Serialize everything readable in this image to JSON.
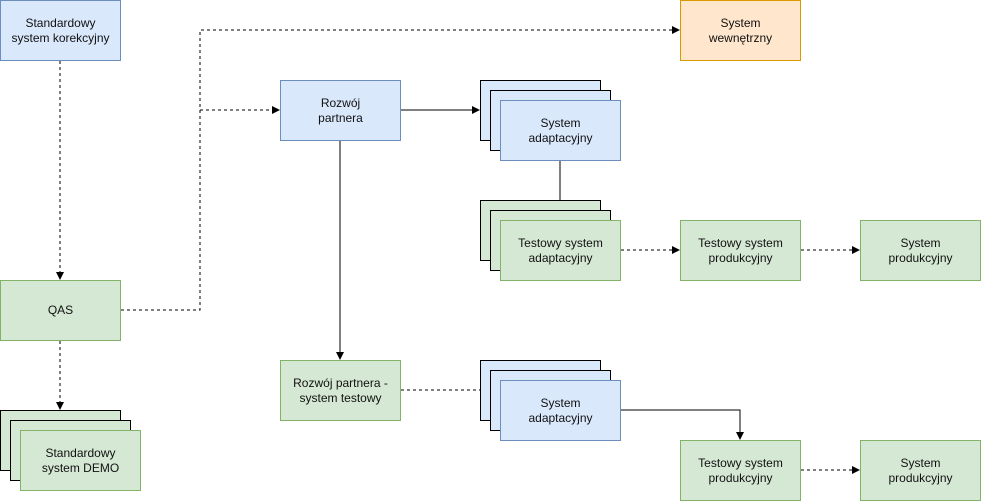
{
  "nodes": {
    "std_correction": "Standardowy\nsystem korekcyjny",
    "internal": "System\nwewnętrzny",
    "partner_dev": "Rozwój\npartnera",
    "adapt_top": "System\nadaptacyjny",
    "test_adapt": "Testowy system\nadaptacyjny",
    "test_prod_top": "Testowy system\nprodukcyjny",
    "prod_top": "System\nprodukcyjny",
    "qas": "QAS",
    "std_demo": "Standardowy\nsystem DEMO",
    "partner_test": "Rozwój partnera -\nsystem testowy",
    "adapt_bottom": "System\nadaptacyjny",
    "test_prod_bottom": "Testowy system\nprodukcyjny",
    "prod_bottom": "System\nprodukcyjny"
  },
  "colors": {
    "blue_fill": "#dae8fc",
    "blue_stroke": "#6c8ebf",
    "green_fill": "#d5e8d4",
    "green_stroke": "#82b366",
    "orange_fill": "#ffe6cc",
    "orange_stroke": "#d79b00"
  }
}
